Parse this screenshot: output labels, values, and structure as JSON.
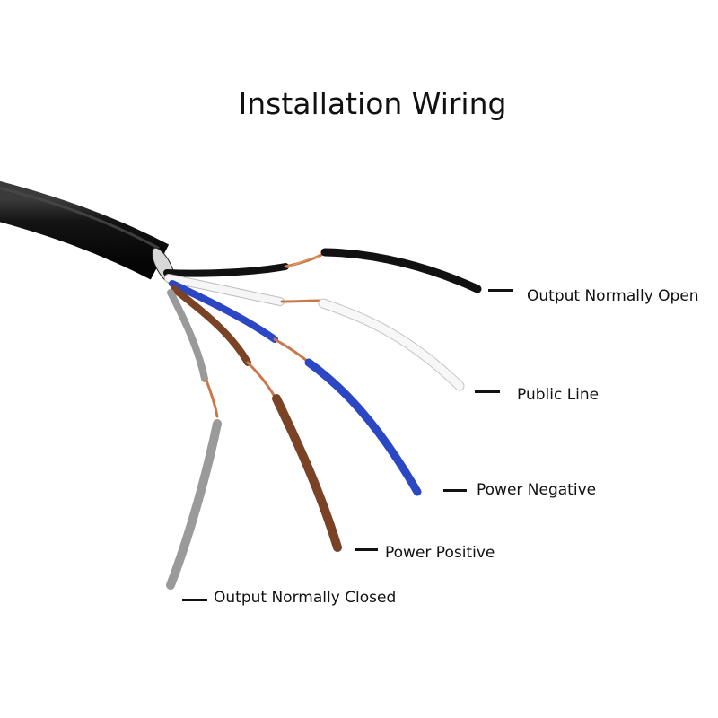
{
  "title": "Installation Wiring",
  "colors": {
    "cable_sheath": "#141414",
    "copper": "#c8794a",
    "wire_black": "#111111",
    "wire_white": "#f2f2f2",
    "wire_blue": "#2c47c4",
    "wire_brown": "#7a4326",
    "wire_gray": "#9a9a9a"
  },
  "wires": [
    {
      "color": "black",
      "label": "Output Normally Open"
    },
    {
      "color": "white",
      "label": "Public Line"
    },
    {
      "color": "blue",
      "label": "Power Negative"
    },
    {
      "color": "brown",
      "label": "Power Positive"
    },
    {
      "color": "gray",
      "label": "Output Normally Closed"
    }
  ]
}
